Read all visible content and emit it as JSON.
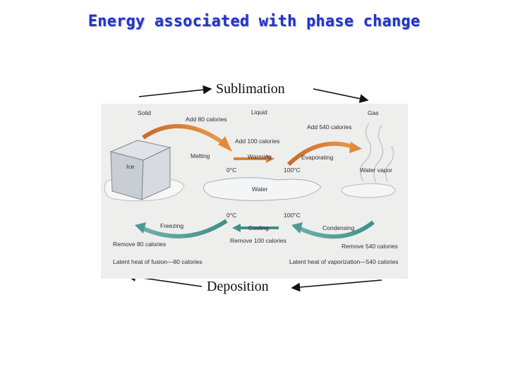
{
  "title": "Energy associated with phase change",
  "sublimation": "Sublimation",
  "deposition": "Deposition",
  "figure": {
    "solid": "Solid",
    "liquid": "Liquid",
    "gas": "Gas",
    "add_80": "Add 80 calories",
    "add_540": "Add 540 calories",
    "add_100": "Add 100 calories",
    "melting": "Melting",
    "warming": "Warming",
    "evaporating": "Evaporating",
    "ice": "Ice",
    "water": "Water",
    "water_vapor": "Water vapor",
    "c0_top": "0°C",
    "c100_top": "100°C",
    "c0_bottom": "0°C",
    "c100_bottom": "100°C",
    "freezing": "Freezing",
    "cooling": "Cooling",
    "condensing": "Condensing",
    "remove_80": "Remove 80 calories",
    "remove_100": "Remove 100 calories",
    "remove_540": "Remove 540 calories",
    "latent_fusion": "Latent heat of fusion—80 calories",
    "latent_vapor": "Latent heat of vaporization—540 calories"
  }
}
